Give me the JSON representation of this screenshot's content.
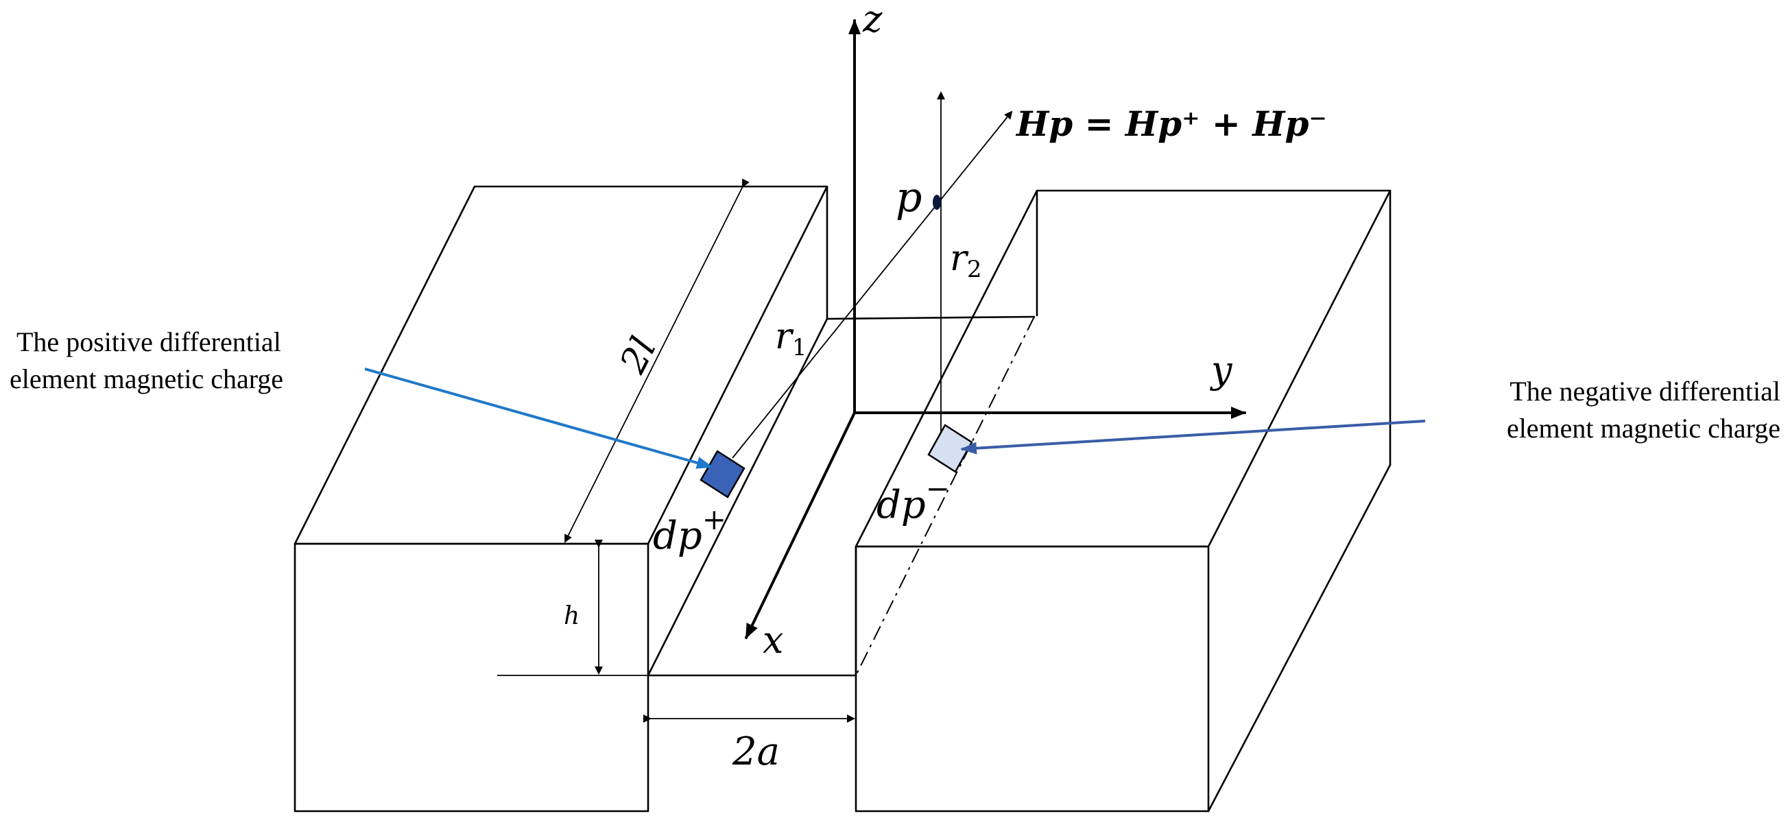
{
  "labels": {
    "axis_z": "z",
    "axis_y": "y",
    "axis_x": "x",
    "point_p": "p",
    "r1": "r",
    "r1_sub": "1",
    "r2": "r",
    "r2_sub": "2",
    "length": "2l",
    "height": "h",
    "width": "2a",
    "dp_plus": "dp",
    "dp_plus_sup": "+",
    "dp_minus": "dp",
    "dp_minus_sup": "−",
    "formula": "Hp = Hp⁺ + Hp⁻"
  },
  "captions": {
    "positive": {
      "line1": "The positive  differential",
      "line2": "element magnetic charge"
    },
    "negative": {
      "line1": "The negative differential",
      "line2": "element magnetic charge"
    }
  },
  "colors": {
    "outline": "#000000",
    "positive_element": "#3a63b8",
    "negative_element": "#d5e0f3",
    "positive_arrow": "#1f78c8",
    "negative_arrow": "#3a5da8"
  }
}
